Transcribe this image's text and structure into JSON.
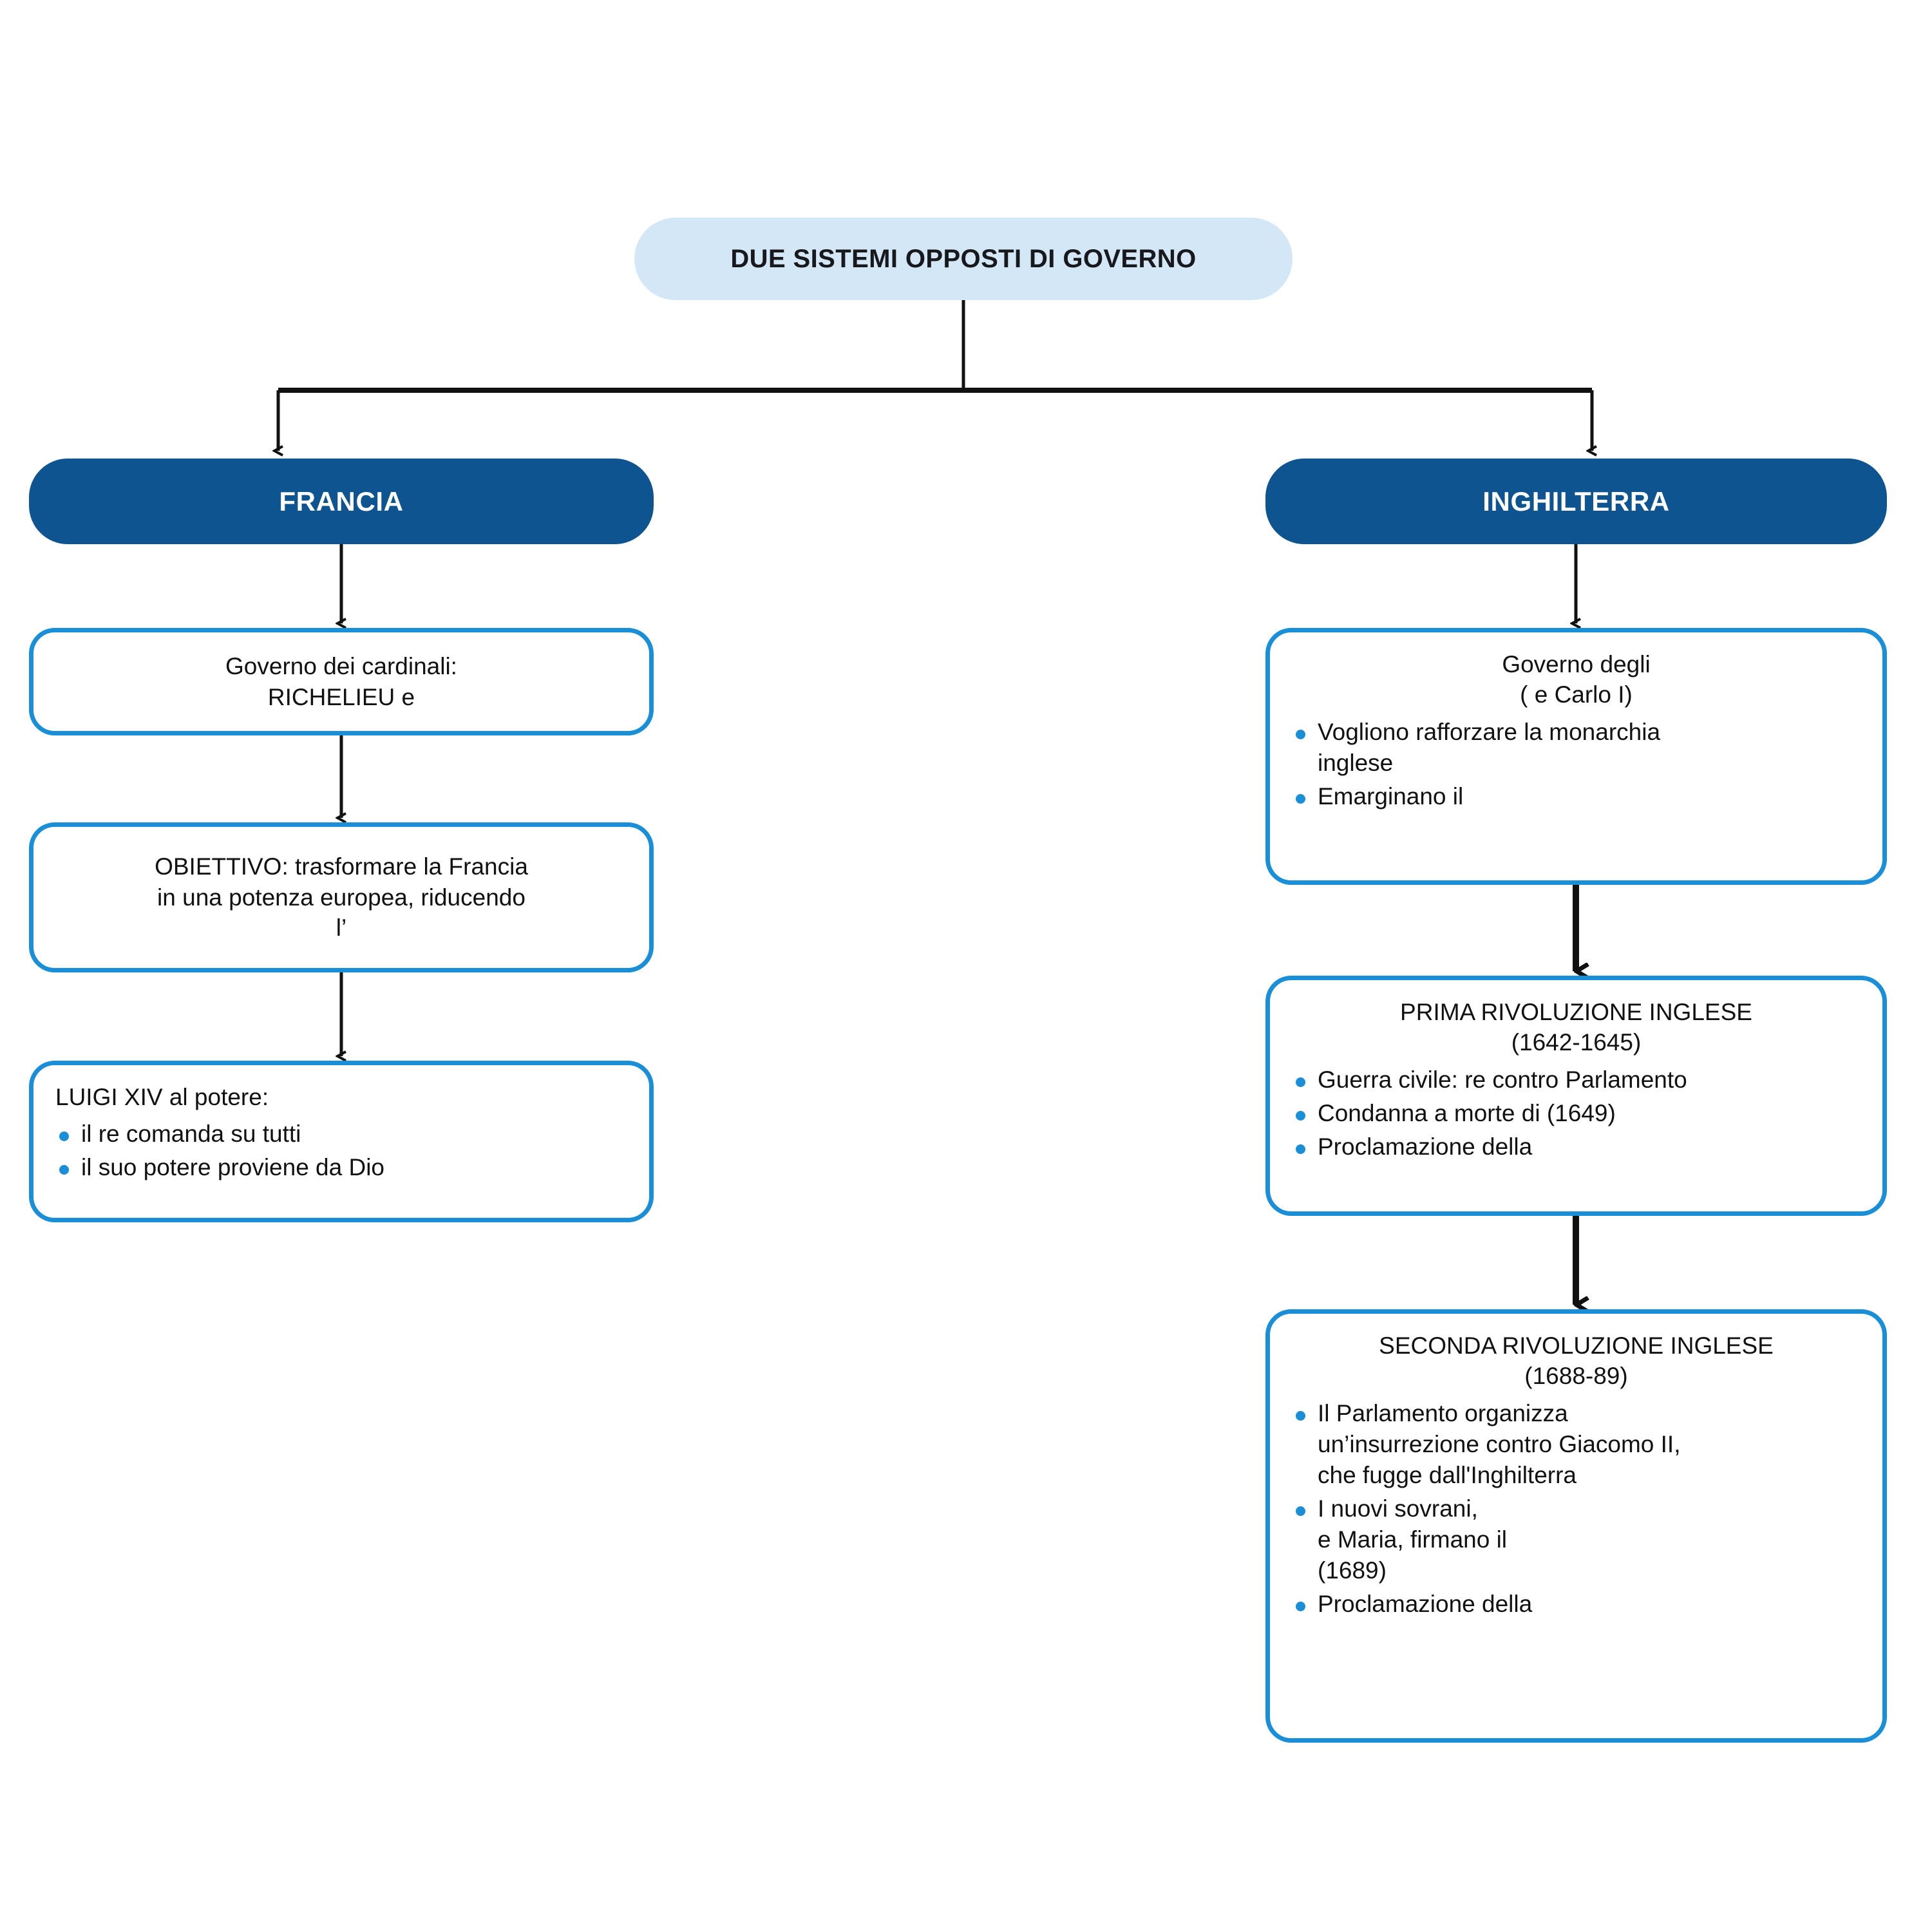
{
  "diagram": {
    "title": "DUE SISTEMI OPPOSTI DI GOVERNO",
    "colors": {
      "title_fill": "#d4e7f7",
      "header_fill": "#0d5490",
      "card_border": "#1a8fd8",
      "bullet": "#1a8fd8",
      "connector": "#111111",
      "text": "#111111",
      "header_text": "#ffffff",
      "background": "#ffffff"
    },
    "branches": [
      {
        "id": "francia",
        "header": "FRANCIA",
        "nodes": [
          {
            "id": "francia-cardinali",
            "heading": "Governo dei cardinali:\nRICHELIEU e",
            "heading_align": "center",
            "bullets": []
          },
          {
            "id": "francia-obiettivo",
            "heading": "OBIETTIVO: trasformare la Francia\nin una potenza europea, riducendo\nl’",
            "heading_align": "center",
            "bullets": []
          },
          {
            "id": "francia-luigi",
            "heading": "LUIGI XIV al potere:",
            "heading_align": "left",
            "bullets": [
              "il re comanda su tutti",
              "il suo potere proviene da Dio"
            ]
          }
        ]
      },
      {
        "id": "inghilterra",
        "header": "INGHILTERRA",
        "nodes": [
          {
            "id": "inghilterra-governo",
            "heading": "Governo degli\n(                        e Carlo I)",
            "heading_align": "center",
            "bullets": [
              "Vogliono rafforzare la monarchia\ninglese",
              "Emarginano il"
            ]
          },
          {
            "id": "inghilterra-prima-rivoluzione",
            "heading": "PRIMA RIVOLUZIONE INGLESE\n(1642-1645)",
            "heading_align": "center",
            "bullets": [
              "Guerra civile: re contro Parlamento",
              "Condanna a morte di                (1649)",
              "Proclamazione della"
            ]
          },
          {
            "id": "inghilterra-seconda-rivoluzione",
            "heading": "SECONDA RIVOLUZIONE INGLESE\n(1688-89)",
            "heading_align": "center",
            "bullets": [
              "Il Parlamento organizza\nun’insurrezione contro Giacomo II,\nche fugge dall'Inghilterra",
              "I nuovi sovrani,\ne Maria, firmano il\n(1689)",
              "Proclamazione della"
            ]
          }
        ]
      }
    ]
  }
}
